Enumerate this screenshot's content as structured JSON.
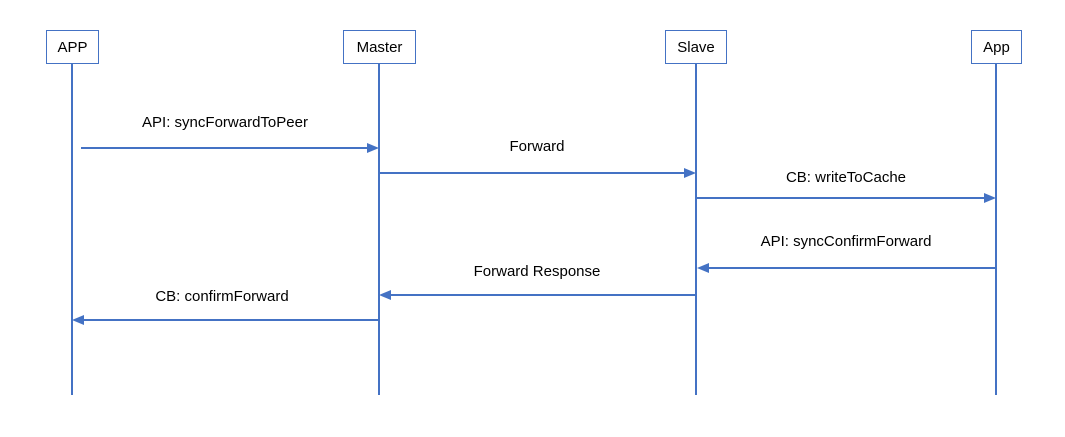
{
  "diagram": {
    "type": "sequence-diagram",
    "accent_color": "#4472C4",
    "text_color": "#000000",
    "actors": [
      {
        "label": "APP"
      },
      {
        "label": "Master"
      },
      {
        "label": "Slave"
      },
      {
        "label": "App"
      }
    ],
    "messages": [
      {
        "label": "API: syncForwardToPeer",
        "from": "APP",
        "to": "Master"
      },
      {
        "label": "Forward",
        "from": "Master",
        "to": "Slave"
      },
      {
        "label": "CB: writeToCache",
        "from": "Slave",
        "to": "App"
      },
      {
        "label": "API: syncConfirmForward",
        "from": "App",
        "to": "Slave"
      },
      {
        "label": "Forward Response",
        "from": "Slave",
        "to": "Master"
      },
      {
        "label": "CB: confirmForward",
        "from": "Master",
        "to": "APP"
      }
    ]
  }
}
